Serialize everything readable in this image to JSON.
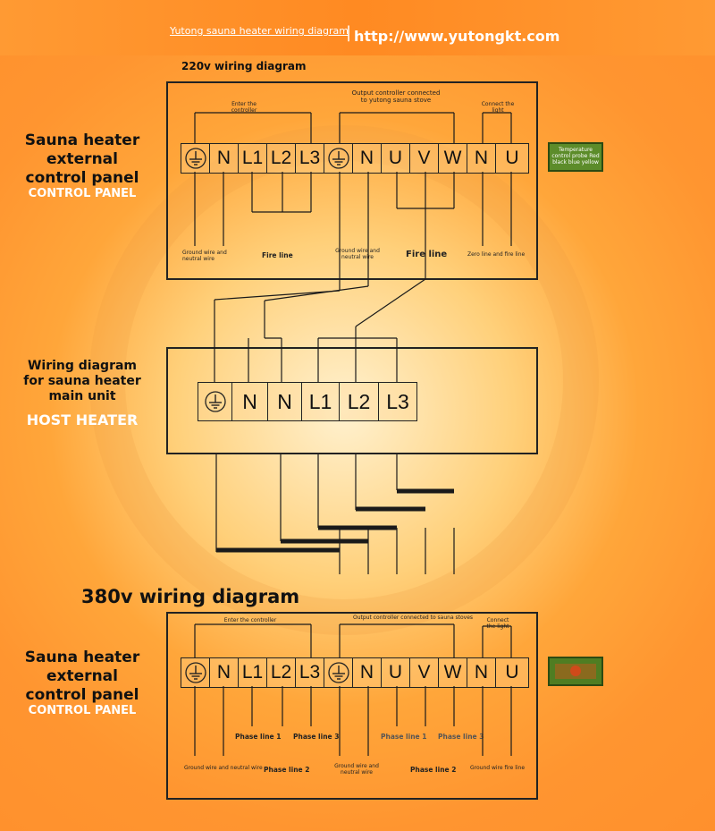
{
  "header": {
    "subtitle": "Yutong sauna heater wiring diagram",
    "separator": "|",
    "url": "http://www.yutongkt.com"
  },
  "d220": {
    "title": "220v wiring diagram",
    "panel_title": "Sauna heater external control panel",
    "panel_sub": "CONTROL PANEL",
    "terminals": [
      "ground-symbol",
      "N",
      "L1",
      "L2",
      "L3",
      "ground-symbol",
      "N",
      "U",
      "V",
      "W",
      "N",
      "U"
    ],
    "notes": {
      "enter": "Enter the controller",
      "output": "Output controller connected to yutong sauna stove",
      "light": "Connect the light"
    },
    "labels": {
      "gnd1": "Ground wire and neutral wire",
      "fire1": "Fire line",
      "gnd2": "Ground wire and neutral wire",
      "fire2": "Fire line",
      "zero": "Zero line and fire line"
    },
    "tag": "Temperature control probe Red black blue yellow"
  },
  "host": {
    "panel_title": "Wiring diagram for sauna heater main unit",
    "panel_sub": "HOST HEATER",
    "terminals": [
      "ground-symbol",
      "N",
      "N",
      "L1",
      "L2",
      "L3"
    ]
  },
  "d380": {
    "title": "380v wiring diagram",
    "panel_title": "Sauna heater external control panel",
    "panel_sub": "CONTROL PANEL",
    "terminals": [
      "ground-symbol",
      "N",
      "L1",
      "L2",
      "L3",
      "ground-symbol",
      "N",
      "U",
      "V",
      "W",
      "N",
      "U"
    ],
    "notes": {
      "enter": "Enter the controller",
      "output": "Output controller connected to sauna stoves",
      "light": "Connect the light"
    },
    "labels": {
      "phase1a": "Phase line 1",
      "phase3a": "Phase line 3",
      "phase1b": "Phase line 1",
      "phase3b": "Phase line 3",
      "gnd1": "Ground wire and neutral wire",
      "phase2a": "Phase line 2",
      "gnd2": "Ground wire and neutral wire",
      "phase2b": "Phase line 2",
      "fire": "Ground wire fire line"
    }
  }
}
